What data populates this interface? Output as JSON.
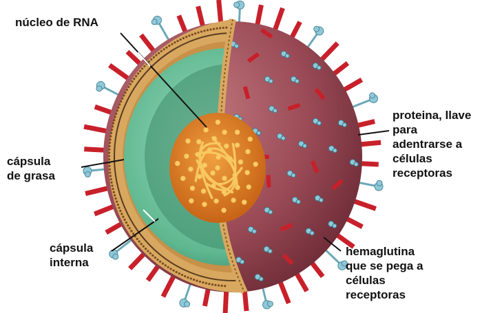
{
  "labels": {
    "rna_core": [
      "núcleo de RNA"
    ],
    "fat_capsule": [
      "cápsula",
      "de grasa"
    ],
    "inner_capsule": [
      "cápsula",
      "interna"
    ],
    "key_protein": [
      "proteina, llave",
      "para",
      "adentrarse a",
      "células",
      "receptoras"
    ],
    "hemagglutinin": [
      "hemaglutina",
      "que se pega a",
      "células",
      "receptoras"
    ]
  },
  "colors": {
    "spike": "#c8202a",
    "knob": "#8fc8d8",
    "outer_surface": "#a0505a",
    "lipid_layer": "#d8a860",
    "inner_green": "#5fb890",
    "core_orange": "#e07818"
  }
}
